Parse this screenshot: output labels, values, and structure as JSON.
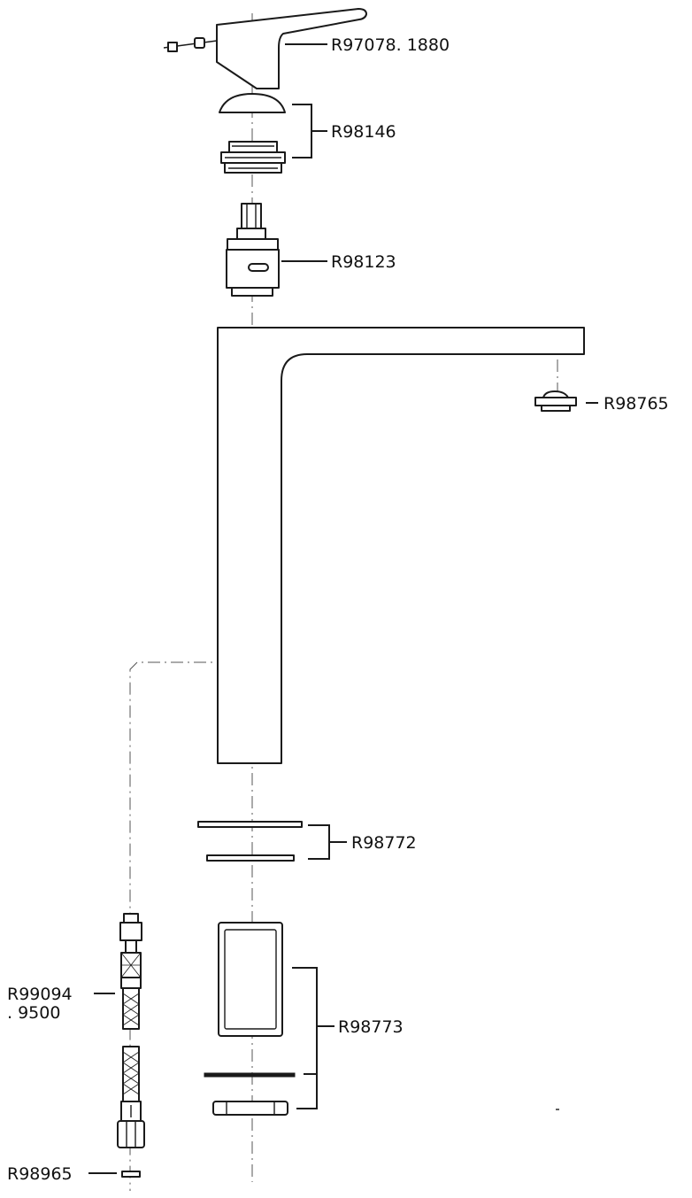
{
  "labels": {
    "lever_handle": "R97078. 1880",
    "cover_and_nut": "R98146",
    "cartridge": "R98123",
    "aerator": "R98765",
    "gaskets": "R98772",
    "hose_line1": "R99094",
    "hose_line2": ". 9500",
    "mounting_set": "R98773",
    "hose_washer": "R98965"
  }
}
